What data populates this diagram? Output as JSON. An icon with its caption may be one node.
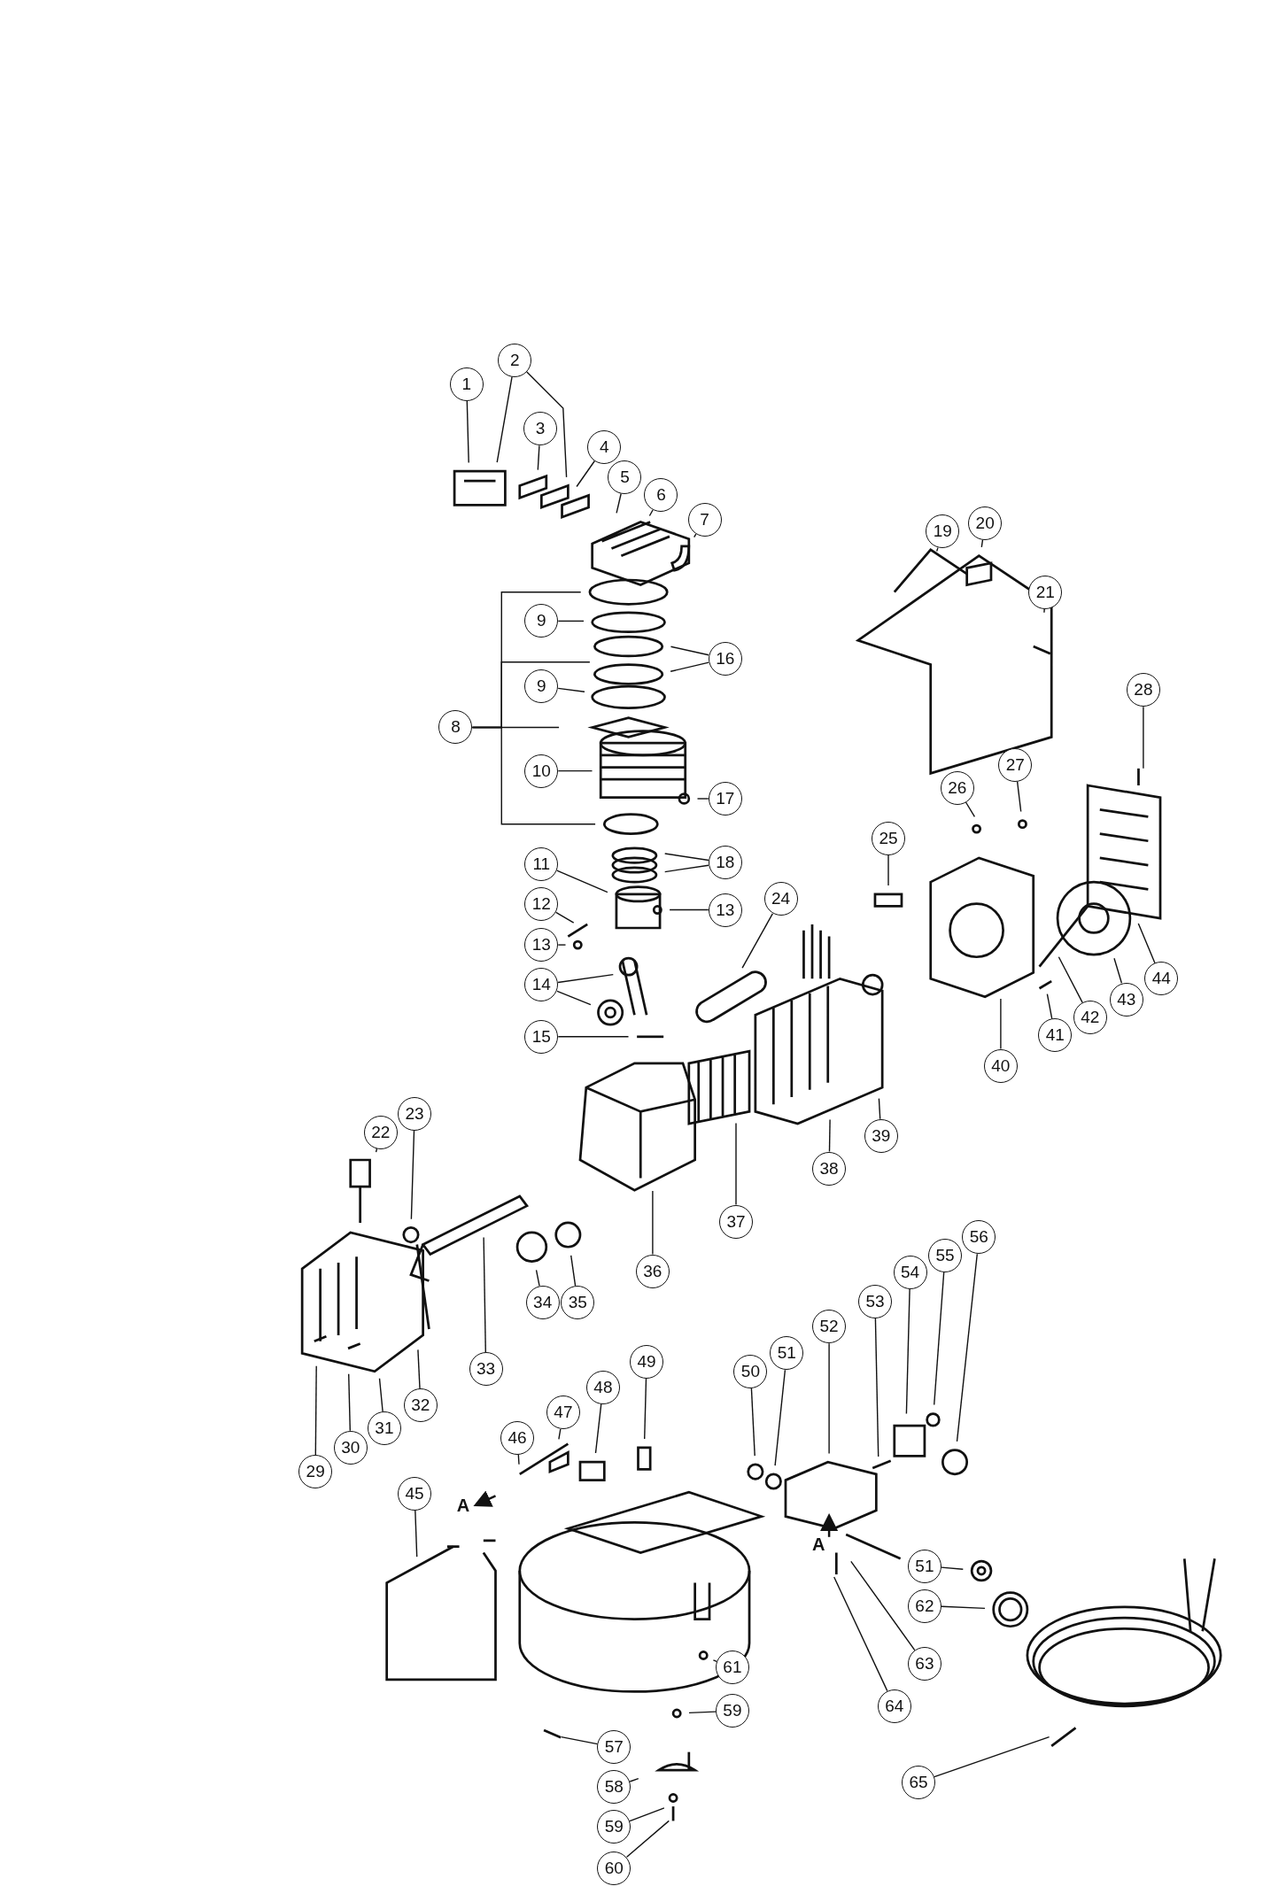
{
  "diagram": {
    "nodes": [
      {
        "text": [
          "1"
        ]
      },
      {
        "text": [
          "2"
        ]
      },
      {
        "text": [
          "3"
        ]
      },
      {
        "text": [
          "4"
        ]
      },
      {
        "text": [
          "5"
        ]
      },
      {
        "text": [
          "6"
        ]
      },
      {
        "text": [
          "7"
        ]
      },
      {
        "text": [
          "19"
        ]
      },
      {
        "text": [
          "20"
        ]
      },
      {
        "text": [
          "21"
        ]
      },
      {
        "text": [
          "9"
        ]
      },
      {
        "text": [
          "16"
        ]
      },
      {
        "text": [
          "28"
        ]
      },
      {
        "text": [
          "9"
        ]
      },
      {
        "text": [
          "8"
        ]
      },
      {
        "text": [
          "10"
        ]
      },
      {
        "text": [
          "27"
        ]
      },
      {
        "text": [
          "26"
        ]
      },
      {
        "text": [
          "17"
        ]
      },
      {
        "text": [
          "25"
        ]
      },
      {
        "text": [
          "18"
        ]
      },
      {
        "text": [
          "11"
        ]
      },
      {
        "text": [
          "24"
        ]
      },
      {
        "text": [
          "12"
        ]
      },
      {
        "text": [
          "13"
        ]
      },
      {
        "text": [
          "13"
        ]
      },
      {
        "text": [
          "14"
        ]
      },
      {
        "text": [
          "44"
        ]
      },
      {
        "text": [
          "43"
        ]
      },
      {
        "text": [
          "42"
        ]
      },
      {
        "text": [
          "15"
        ]
      },
      {
        "text": [
          "41"
        ]
      },
      {
        "text": [
          "40"
        ]
      },
      {
        "text": [
          "22"
        ]
      },
      {
        "text": [
          "23"
        ]
      },
      {
        "text": [
          "39"
        ]
      },
      {
        "text": [
          "38"
        ]
      },
      {
        "text": [
          "37"
        ]
      },
      {
        "text": [
          "56"
        ]
      },
      {
        "text": [
          "55"
        ]
      },
      {
        "text": [
          "36"
        ]
      },
      {
        "text": [
          "54"
        ]
      },
      {
        "text": [
          "53"
        ]
      },
      {
        "text": [
          "34"
        ]
      },
      {
        "text": [
          "35"
        ]
      },
      {
        "text": [
          "52"
        ]
      },
      {
        "text": [
          "51"
        ]
      },
      {
        "text": [
          "49"
        ]
      },
      {
        "text": [
          "33"
        ]
      },
      {
        "text": [
          "50"
        ]
      },
      {
        "text": [
          "48"
        ]
      },
      {
        "text": [
          "32"
        ]
      },
      {
        "text": [
          "47"
        ]
      },
      {
        "text": [
          "31"
        ]
      },
      {
        "text": [
          "46"
        ]
      },
      {
        "text": [
          "30"
        ]
      },
      {
        "text": [
          "29"
        ]
      },
      {
        "text": [
          "45"
        ]
      },
      {
        "text": [
          "51"
        ]
      },
      {
        "text": [
          "62"
        ]
      },
      {
        "text": [
          "63"
        ]
      },
      {
        "text": [
          "61"
        ]
      },
      {
        "text": [
          "64"
        ]
      },
      {
        "text": [
          "59"
        ]
      },
      {
        "text": [
          "57"
        ]
      },
      {
        "text": [
          "58"
        ]
      },
      {
        "text": [
          "65"
        ]
      },
      {
        "text": [
          "59"
        ]
      },
      {
        "text": [
          "60"
        ]
      }
    ],
    "edges": [
      {
        "from": 0,
        "to": null,
        "arrow": "none"
      },
      {
        "from": 1,
        "to": null,
        "arrow": "none"
      },
      {
        "from": 1,
        "to": null,
        "arrow": "none"
      },
      {
        "from": 2,
        "to": null,
        "arrow": "none"
      },
      {
        "from": 3,
        "to": null,
        "arrow": "none"
      },
      {
        "from": 4,
        "to": null,
        "arrow": "none"
      },
      {
        "from": 5,
        "to": null,
        "arrow": "none"
      },
      {
        "from": 6,
        "to": null,
        "arrow": "none"
      },
      {
        "from": 7,
        "to": null,
        "arrow": "none"
      },
      {
        "from": 8,
        "to": null,
        "arrow": "none"
      },
      {
        "from": 9,
        "to": null,
        "arrow": "none"
      },
      {
        "from": 10,
        "to": null,
        "arrow": "none"
      },
      {
        "from": 11,
        "to": null,
        "arrow": "none"
      },
      {
        "from": 11,
        "to": null,
        "arrow": "none"
      },
      {
        "from": 12,
        "to": null,
        "arrow": "none"
      },
      {
        "from": 13,
        "to": null,
        "arrow": "none"
      },
      {
        "from": 14,
        "to": null,
        "arrow": "none"
      },
      {
        "from": 14,
        "to": null,
        "arrow": "none"
      },
      {
        "from": 14,
        "to": null,
        "arrow": "none"
      },
      {
        "from": 14,
        "to": null,
        "arrow": "none"
      },
      {
        "from": 15,
        "to": null,
        "arrow": "none"
      },
      {
        "from": 16,
        "to": null,
        "arrow": "none"
      },
      {
        "from": 17,
        "to": null,
        "arrow": "none"
      },
      {
        "from": 18,
        "to": null,
        "arrow": "none"
      },
      {
        "from": 19,
        "to": null,
        "arrow": "none"
      },
      {
        "from": 20,
        "to": null,
        "arrow": "none"
      },
      {
        "from": 20,
        "to": null,
        "arrow": "none"
      },
      {
        "from": 21,
        "to": null,
        "arrow": "none"
      },
      {
        "from": 22,
        "to": null,
        "arrow": "none"
      },
      {
        "from": 23,
        "to": null,
        "arrow": "none"
      },
      {
        "from": 24,
        "to": null,
        "arrow": "none"
      },
      {
        "from": 25,
        "to": null,
        "arrow": "none"
      },
      {
        "from": 26,
        "to": null,
        "arrow": "none"
      },
      {
        "from": 26,
        "to": null,
        "arrow": "none"
      },
      {
        "from": 27,
        "to": null,
        "arrow": "none"
      },
      {
        "from": 28,
        "to": null,
        "arrow": "none"
      },
      {
        "from": 29,
        "to": null,
        "arrow": "none"
      },
      {
        "from": 30,
        "to": null,
        "arrow": "none"
      },
      {
        "from": 31,
        "to": null,
        "arrow": "none"
      },
      {
        "from": 32,
        "to": null,
        "arrow": "none"
      },
      {
        "from": 33,
        "to": null,
        "arrow": "none"
      },
      {
        "from": 34,
        "to": null,
        "arrow": "none"
      },
      {
        "from": 35,
        "to": null,
        "arrow": "none"
      },
      {
        "from": 36,
        "to": null,
        "arrow": "none"
      },
      {
        "from": 37,
        "to": null,
        "arrow": "none"
      },
      {
        "from": 38,
        "to": null,
        "arrow": "none"
      },
      {
        "from": 39,
        "to": null,
        "arrow": "none"
      },
      {
        "from": 40,
        "to": null,
        "arrow": "none"
      },
      {
        "from": 41,
        "to": null,
        "arrow": "none"
      },
      {
        "from": 42,
        "to": null,
        "arrow": "none"
      },
      {
        "from": 43,
        "to": null,
        "arrow": "none"
      },
      {
        "from": 44,
        "to": null,
        "arrow": "none"
      },
      {
        "from": 45,
        "to": null,
        "arrow": "none"
      },
      {
        "from": 46,
        "to": null,
        "arrow": "none"
      },
      {
        "from": 47,
        "to": null,
        "arrow": "none"
      },
      {
        "from": 48,
        "to": null,
        "arrow": "none"
      },
      {
        "from": 49,
        "to": null,
        "arrow": "none"
      },
      {
        "from": 50,
        "to": null,
        "arrow": "none"
      },
      {
        "from": 51,
        "to": null,
        "arrow": "none"
      },
      {
        "from": 52,
        "to": null,
        "arrow": "none"
      },
      {
        "from": 53,
        "to": null,
        "arrow": "none"
      },
      {
        "from": 54,
        "to": null,
        "arrow": "none"
      },
      {
        "from": 55,
        "to": null,
        "arrow": "none"
      },
      {
        "from": 56,
        "to": null,
        "arrow": "none"
      },
      {
        "from": 57,
        "to": null,
        "arrow": "none"
      },
      {
        "from": 58,
        "to": null,
        "arrow": "none"
      },
      {
        "from": 59,
        "to": null,
        "arrow": "none"
      },
      {
        "from": 60,
        "to": null,
        "arrow": "none"
      },
      {
        "from": 61,
        "to": null,
        "arrow": "none"
      },
      {
        "from": 62,
        "to": null,
        "arrow": "none"
      },
      {
        "from": 63,
        "to": null,
        "arrow": "none"
      },
      {
        "from": 64,
        "to": null,
        "arrow": "none"
      },
      {
        "from": 65,
        "to": null,
        "arrow": "none"
      },
      {
        "from": 66,
        "to": null,
        "arrow": "none"
      },
      {
        "from": 67,
        "to": null,
        "arrow": "none"
      },
      {
        "from": 68,
        "to": null,
        "arrow": "none"
      }
    ],
    "labels": [
      "A",
      "A"
    ]
  }
}
